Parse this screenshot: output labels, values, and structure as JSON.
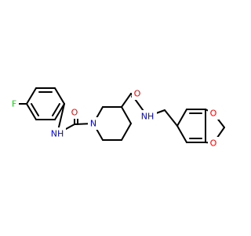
{
  "colors": {
    "bond": "#000000",
    "nitrogen": "#0000ff",
    "oxygen": "#ff0000",
    "fluorine": "#33cc33",
    "background": "#ffffff"
  },
  "atoms": [
    {
      "id": "f",
      "text": "F",
      "element": "F"
    },
    {
      "id": "nh-amide-left",
      "text": "NH",
      "element": "N"
    },
    {
      "id": "o-amide-left",
      "text": "O",
      "element": "O"
    },
    {
      "id": "n-piperidine",
      "text": "N",
      "element": "N"
    },
    {
      "id": "o-amide-right",
      "text": "O",
      "element": "O"
    },
    {
      "id": "nh-amide-right",
      "text": "NH",
      "element": "N"
    },
    {
      "id": "o-dioxole-top",
      "text": "O",
      "element": "O"
    },
    {
      "id": "o-dioxole-bottom",
      "text": "O",
      "element": "O"
    }
  ]
}
